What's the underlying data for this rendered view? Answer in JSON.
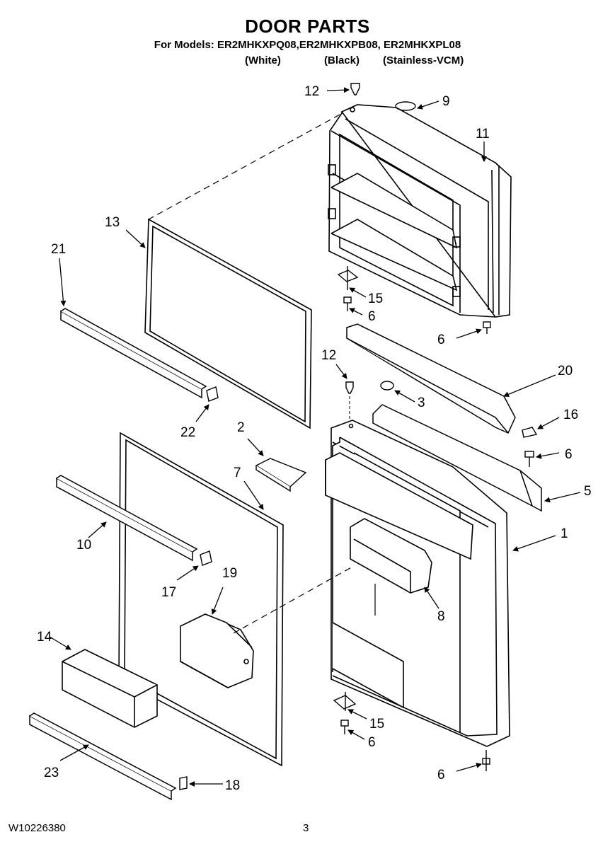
{
  "header": {
    "title": "DOOR PARTS",
    "models": "For Models: ER2MHKXPQ08,ER2MHKXPB08, ER2MHKXPL08",
    "variants": [
      "(White)",
      "(Black)",
      "(Stainless-VCM)"
    ]
  },
  "callouts": {
    "c1": "1",
    "c2": "2",
    "c3": "3",
    "c5": "5",
    "c6a": "6",
    "c6b": "6",
    "c6c": "6",
    "c6d": "6",
    "c6e": "6",
    "c7": "7",
    "c8": "8",
    "c9": "9",
    "c10": "10",
    "c11": "11",
    "c12a": "12",
    "c12b": "12",
    "c13": "13",
    "c14": "14",
    "c15a": "15",
    "c15b": "15",
    "c16": "16",
    "c17": "17",
    "c18": "18",
    "c19": "19",
    "c20": "20",
    "c21": "21",
    "c22": "22",
    "c23": "23"
  },
  "footer": {
    "doc_number": "W10226380",
    "page": "3"
  }
}
